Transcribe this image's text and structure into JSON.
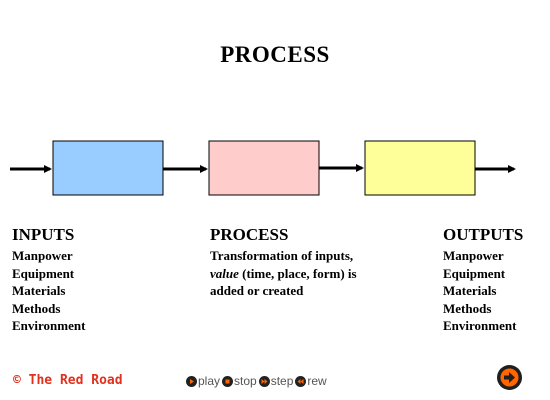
{
  "slide": {
    "title": "PROCESS",
    "inputs": {
      "heading": "INPUTS",
      "items": [
        "Manpower",
        "Equipment",
        "Materials",
        "Methods",
        "Environment"
      ]
    },
    "process": {
      "heading": "PROCESS",
      "desc_part1": "Transformation of inputs, ",
      "desc_emphasis": "value",
      "desc_part2": " (time, place, form) is added or created"
    },
    "outputs": {
      "heading": "OUTPUTS",
      "items": [
        "Manpower",
        "Equipment",
        "Materials",
        "Methods",
        "Environment"
      ]
    },
    "box_colors": [
      "#99ccff",
      "#ffcccc",
      "#ffff99"
    ]
  },
  "footer": {
    "brand": "© The Red Road",
    "controls": {
      "play": "play",
      "stop": "stop",
      "step": "step",
      "rew": "rew"
    },
    "accent_color": "#ff6600"
  }
}
